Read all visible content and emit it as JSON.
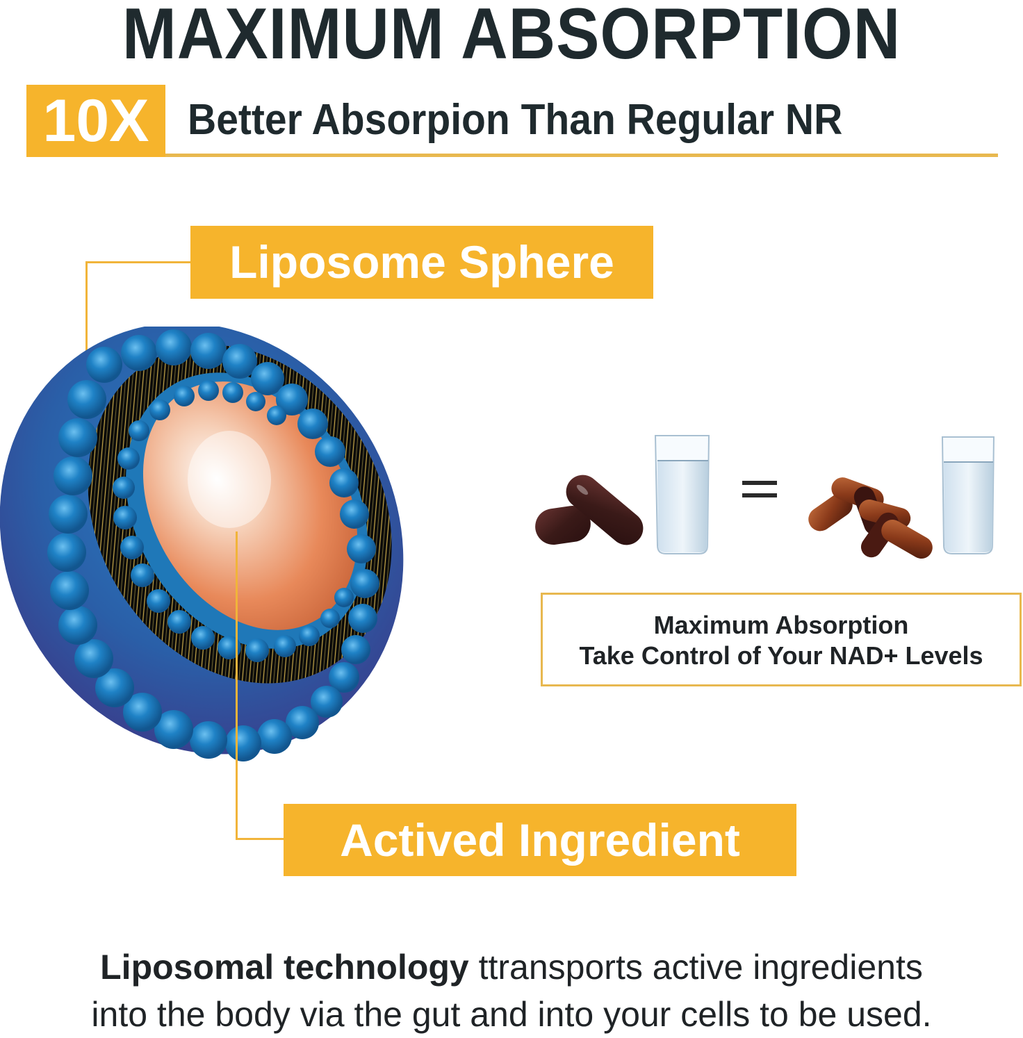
{
  "header": {
    "title": "MAXIMUM ABSORPTION",
    "badge": "10X",
    "subtitle": "Better Absorpion Than Regular NR"
  },
  "diagram": {
    "top_label": "Liposome Sphere",
    "bottom_label": "Actived Ingredient",
    "illustration": "liposome-cross-section"
  },
  "comparison": {
    "left_item": "two dark softgel capsules with glass of water",
    "operator": "=",
    "right_item": "six amber softgel capsules with glass of water",
    "box_line1": "Maximum Absorption",
    "box_line2": "Take Control of Your NAD+ Levels"
  },
  "footer": {
    "bold_text": "Liposomal technology",
    "text_line1_rest": " ttransports active ingredients",
    "text_line2": "into the body via the gut and into your cells to be used."
  },
  "colors": {
    "accent_orange": "#F6B42C",
    "line_orange": "#E8B84F",
    "text_dark": "#1f2a2e",
    "sphere_blue": "#1f78b8",
    "core_orange": "#e8895a"
  }
}
